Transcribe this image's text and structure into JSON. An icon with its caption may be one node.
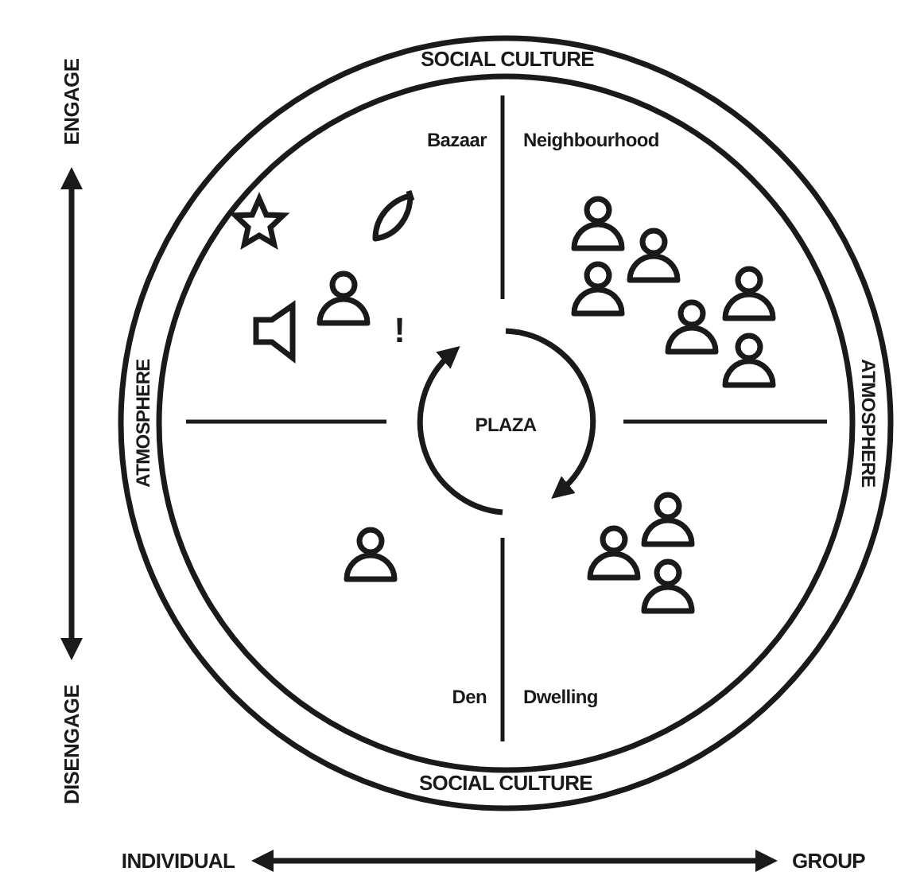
{
  "diagram": {
    "labels": [
      "ENGAGE",
      "SOCIAL CULTURE",
      "Bazaar",
      "Neighbourhood",
      "ATMOSPHERE",
      "ATMOSPHERE",
      "PLAZA",
      "!",
      "Den",
      "Dwelling",
      "SOCIAL CULTURE",
      "DISENGAGE",
      "INDIVIDUAL",
      "GROUP"
    ]
  }
}
